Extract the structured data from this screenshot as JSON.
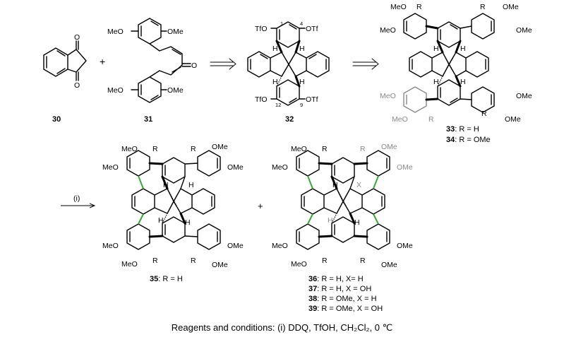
{
  "compounds": {
    "c30": {
      "number": "30",
      "O_label": "O"
    },
    "c31": {
      "number": "31",
      "O_label": "O",
      "meo": "MeO",
      "ome": "OMe"
    },
    "c32": {
      "number": "32",
      "tfo": "TfO",
      "otf": "OTf",
      "h": "H",
      "locants": [
        "1",
        "4",
        "12",
        "9"
      ]
    },
    "c33_34": {
      "line1_num": "33",
      "line1_txt": ": R = H",
      "line2_num": "34",
      "line2_txt": ": R = OMe",
      "meo": "MeO",
      "ome": "OMe",
      "r": "R",
      "h": "H"
    },
    "c35": {
      "num": "35",
      "txt": ": R = H"
    },
    "c36_39": {
      "lines": [
        {
          "num": "36",
          "txt": ": R = H, X= H"
        },
        {
          "num": "37",
          "txt": ": R = H, X = OH"
        },
        {
          "num": "38",
          "txt": ": R = OMe, X = H"
        },
        {
          "num": "39",
          "txt": ": R = OMe, X = OH"
        }
      ],
      "x": "X"
    }
  },
  "operators": {
    "plus": "+",
    "step": "(i)"
  },
  "caption": "Reagents and conditions: (i) DDQ, TfOH, CH₂Cl₂, 0 ℃"
}
